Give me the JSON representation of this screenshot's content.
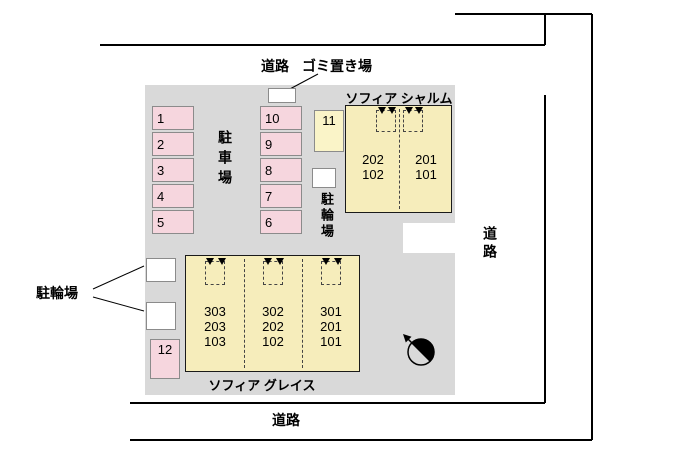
{
  "site": {
    "roads": {
      "top": "道路",
      "right": "道路",
      "bottom": "道路"
    },
    "garbage_label": "ゴミ置き場",
    "parking_area_label": "駐車場",
    "bike_label_center": "駐輪場",
    "bike_label_left": "駐輪場",
    "parking_spaces": {
      "left_column": [
        "1",
        "2",
        "3",
        "4",
        "5"
      ],
      "middle_column": [
        "10",
        "9",
        "8",
        "7",
        "6"
      ],
      "space_11": "11",
      "space_12": "12"
    },
    "buildings": {
      "charme": {
        "name": "ソフィア シャルム",
        "units": [
          [
            "202",
            "102"
          ],
          [
            "201",
            "101"
          ]
        ]
      },
      "grace": {
        "name": "ソフィア グレイス",
        "units": [
          [
            "303",
            "203",
            "103"
          ],
          [
            "302",
            "202",
            "102"
          ],
          [
            "301",
            "201",
            "101"
          ]
        ]
      }
    }
  },
  "colors": {
    "site_fill": "#d9d9d9",
    "parking_space_fill": "#f6d6de",
    "building_fill": "#f6edbb",
    "space11_fill": "#faf4c8",
    "line_color": "#000000"
  }
}
